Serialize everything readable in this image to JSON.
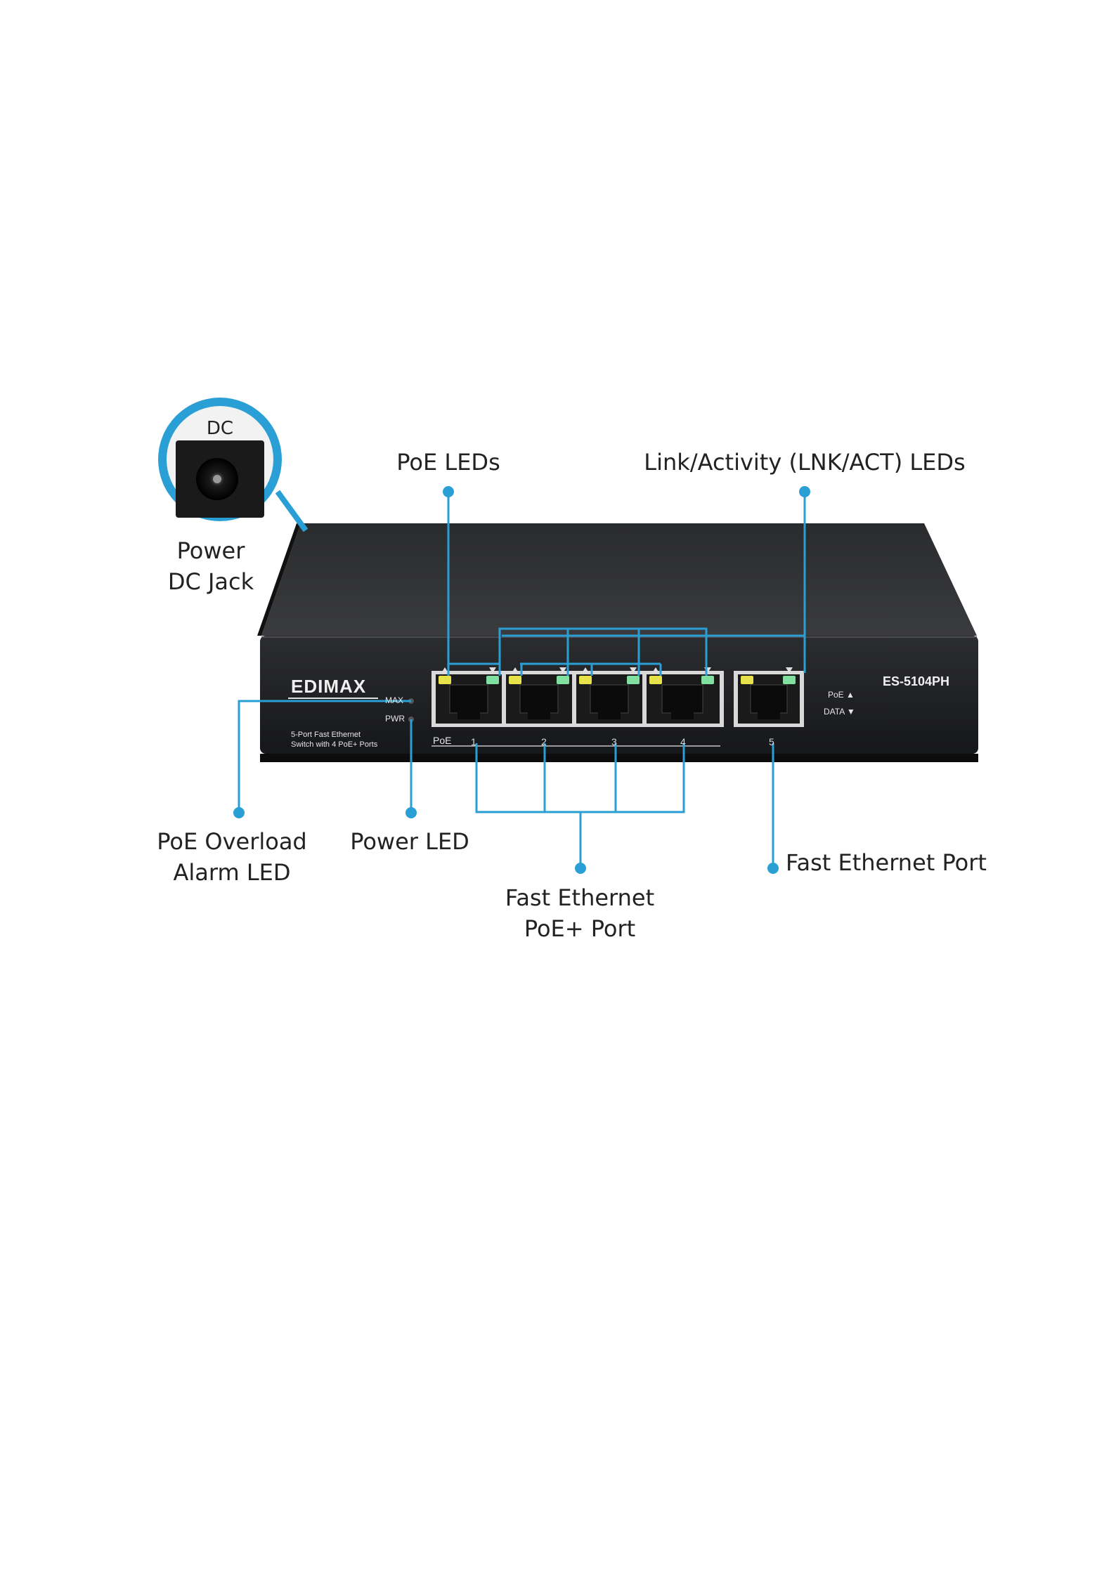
{
  "callouts": {
    "dc_badge": "DC",
    "power_dc_jack": [
      "Power",
      "DC Jack"
    ],
    "poe_leds": "PoE LEDs",
    "link_activity_leds": "Link/Activity (LNK/ACT) LEDs",
    "poe_overload_alarm_led": [
      "PoE Overload",
      "Alarm LED"
    ],
    "power_led": "Power LED",
    "fast_ethernet_poe_port": [
      "Fast Ethernet",
      "PoE+ Port"
    ],
    "fast_ethernet_port": "Fast Ethernet Port"
  },
  "device": {
    "brand": "EDIMAX",
    "model": "ES-5104PH",
    "description": [
      "5-Port Fast Ethernet",
      "Switch with 4 PoE+ Ports"
    ],
    "led_labels": {
      "max": "MAX",
      "pwr": "PWR"
    },
    "poe_group_label": "PoE",
    "port_numbers": [
      "1",
      "2",
      "3",
      "4",
      "5"
    ],
    "legend": {
      "poe": "PoE ▲",
      "data": "DATA ▼"
    }
  },
  "colors": {
    "callout_accent": "#2a9fd6",
    "chassis": "#1e1f21",
    "led_yellow": "#e8e24a",
    "led_green": "#7fe0a0"
  }
}
